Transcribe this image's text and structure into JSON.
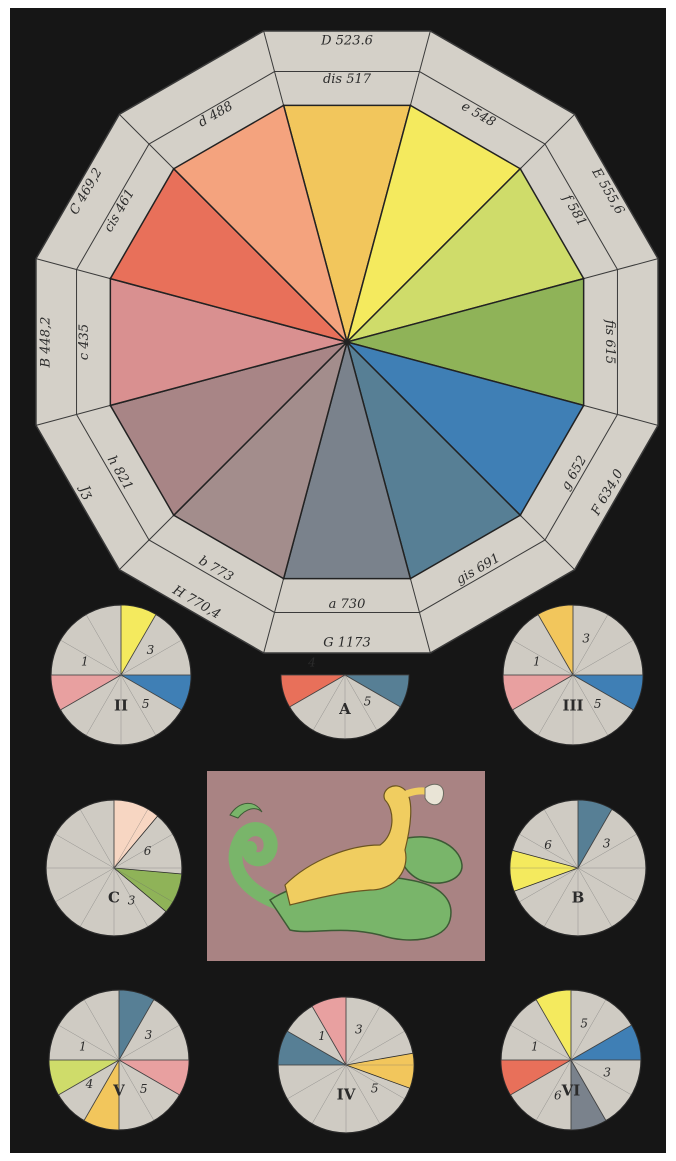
{
  "wheel": {
    "sectors": [
      {
        "color": "#f2c65c",
        "inner": "dis 517",
        "outer": "D 523.6"
      },
      {
        "color": "#f4ea5e",
        "inner": "e 548",
        "outer": ""
      },
      {
        "color": "#cfdc6a",
        "inner": "f 581",
        "outer": "E 555,6"
      },
      {
        "color": "#8fb358",
        "inner": "fis 615",
        "outer": ""
      },
      {
        "color": "#3f7fb5",
        "inner": "g 652",
        "outer": "F 634,0"
      },
      {
        "color": "#577f95",
        "inner": "gis 691",
        "outer": ""
      },
      {
        "color": "#7a828c",
        "inner": "a 730",
        "outer": "G 1173"
      },
      {
        "color": "#a38d8c",
        "inner": "b 773",
        "outer": "H 770,4"
      },
      {
        "color": "#a88586",
        "inner": "h 821",
        "outer": "Jʒ"
      },
      {
        "color": "#d99090",
        "inner": "c 435",
        "outer": "B 448,2"
      },
      {
        "color": "#e8705a",
        "inner": "cis 461",
        "outer": "C 469,2"
      },
      {
        "color": "#f4a37e",
        "inner": "d 488",
        "outer": ""
      }
    ]
  },
  "discs": [
    {
      "id": "II",
      "label": "II",
      "wedges": [
        {
          "color": "#f4ea5e",
          "start": -90,
          "end": -60,
          "mark": "3"
        },
        {
          "color": "#3f7fb5",
          "start": 0,
          "end": 30,
          "mark": "5"
        },
        {
          "color": "#e8a0a0",
          "start": 150,
          "end": 180,
          "mark": "1"
        }
      ]
    },
    {
      "id": "A",
      "label": "A",
      "wedges": [
        {
          "color": "#e8705a",
          "start": 150,
          "end": 180,
          "mark": "4"
        },
        {
          "color": "#577f95",
          "start": 0,
          "end": 30,
          "mark": "5"
        }
      ]
    },
    {
      "id": "III",
      "label": "III",
      "wedges": [
        {
          "color": "#f2c65c",
          "start": -120,
          "end": -90,
          "mark": "3"
        },
        {
          "color": "#3f7fb5",
          "start": 0,
          "end": 30,
          "mark": "5"
        },
        {
          "color": "#e8a0a0",
          "start": 150,
          "end": 180,
          "mark": "1"
        }
      ]
    },
    {
      "id": "C",
      "label": "C",
      "wedges": [
        {
          "color": "#f7d6c2",
          "start": -90,
          "end": -50,
          "mark": "6"
        },
        {
          "color": "#8fb358",
          "start": 5,
          "end": 40,
          "mark": "3"
        }
      ]
    },
    {
      "id": "B",
      "label": "B",
      "wedges": [
        {
          "color": "#577f95",
          "start": -90,
          "end": -60,
          "mark": "3"
        },
        {
          "color": "#f4ea5e",
          "start": 160,
          "end": 195,
          "mark": "6"
        }
      ]
    },
    {
      "id": "V",
      "label": "V",
      "wedges": [
        {
          "color": "#577f95",
          "start": -90,
          "end": -60,
          "mark": "3"
        },
        {
          "color": "#e8a0a0",
          "start": 0,
          "end": 30,
          "mark": "5"
        },
        {
          "color": "#f2c65c",
          "start": 90,
          "end": 120,
          "mark": "4"
        },
        {
          "color": "#cfdc6a",
          "start": 150,
          "end": 180,
          "mark": "1"
        }
      ]
    },
    {
      "id": "IV",
      "label": "IV",
      "wedges": [
        {
          "color": "#e8a0a0",
          "start": -120,
          "end": -90,
          "mark": "3"
        },
        {
          "color": "#f2c65c",
          "start": -10,
          "end": 20,
          "mark": "5"
        },
        {
          "color": "#577f95",
          "start": 180,
          "end": 210,
          "mark": "1"
        }
      ]
    },
    {
      "id": "VI",
      "label": "VI",
      "wedges": [
        {
          "color": "#f4ea5e",
          "start": -120,
          "end": -90,
          "mark": "5"
        },
        {
          "color": "#3f7fb5",
          "start": -30,
          "end": 0,
          "mark": "3"
        },
        {
          "color": "#7a828c",
          "start": 60,
          "end": 90,
          "mark": "6"
        },
        {
          "color": "#e8705a",
          "start": 150,
          "end": 180,
          "mark": "1"
        }
      ]
    }
  ]
}
